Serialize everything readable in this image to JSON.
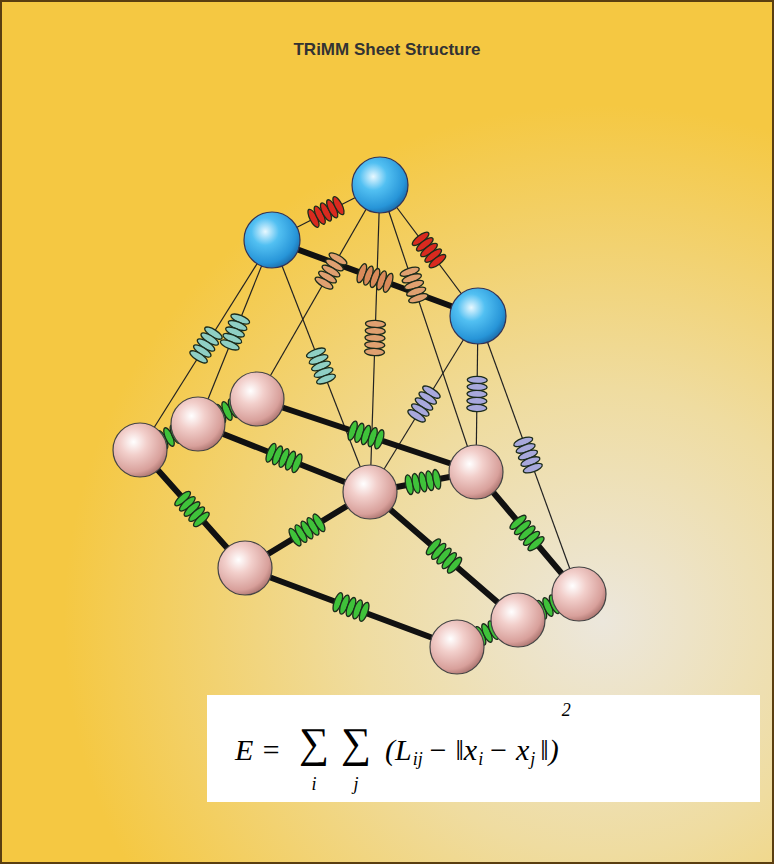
{
  "diagram": {
    "title": "TRiMM Sheet Structure",
    "nodes": [
      {
        "text": [
          "E =",
          "∑",
          "i",
          "∑",
          "j",
          "(L",
          "ij",
          "− ‖x",
          "i",
          "− x",
          "j",
          "‖)",
          "2"
        ]
      }
    ]
  }
}
